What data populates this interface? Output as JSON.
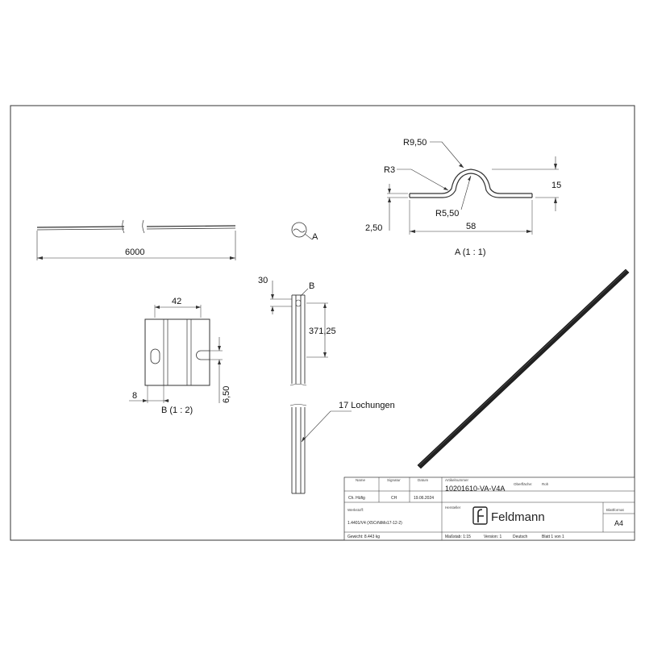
{
  "dimensions": {
    "length": "6000",
    "r950": "R9,50",
    "r3": "R3",
    "r550": "R5,50",
    "h15": "15",
    "t250": "2,50",
    "w58": "58",
    "w42": "42",
    "d8": "8",
    "d650": "6,50",
    "d30": "30",
    "d37125": "371,25",
    "holes": "17 Lochungen"
  },
  "views": {
    "section_a_label": "A (1 : 1)",
    "detail_b_label": "B (1 : 2)",
    "section_marker": "A",
    "detail_marker": "B"
  },
  "title_block": {
    "headers": {
      "name": "Name",
      "signatur": "Signatur",
      "datum": "Datum",
      "artikelnummer": "Artikelnummer",
      "oberflaeche": "Oberfläche:",
      "oberflaeche_value": "Roh"
    },
    "name_value": "Ch. Hüfig",
    "signatur_value": "CH",
    "datum_value": "19.06.2024",
    "article_number": "10201610-VA-V4A",
    "werkstoff_label": "Werkstoff:",
    "werkstoff_value": "1.4401/V4 (X5CrNiMo17-12-2)",
    "hersteller_label": "Hersteller",
    "company": "Feldmann",
    "blattformat_label": "Blattformat",
    "blattformat_value": "A4",
    "gewicht": "Gewicht: 8.443 kg",
    "massstab": "Maßstab: 1:15",
    "version": "Version: 1",
    "sprache": "Deutsch",
    "blatt": "Blatt 1 von 1"
  }
}
